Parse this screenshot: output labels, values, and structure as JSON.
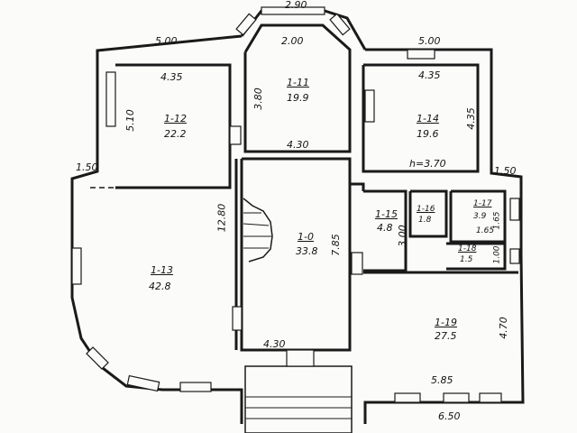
{
  "plan": {
    "rooms": [
      {
        "id": "1-11",
        "area": "19.9"
      },
      {
        "id": "1-12",
        "area": "22.2"
      },
      {
        "id": "1-13",
        "area": "42.8"
      },
      {
        "id": "1-14",
        "area": "19.6"
      },
      {
        "id": "1-15",
        "area": "4.8"
      },
      {
        "id": "1-16",
        "area": "1.8"
      },
      {
        "id": "1-17",
        "area": "3.9"
      },
      {
        "id": "1-18",
        "area": "1.5"
      },
      {
        "id": "1-19",
        "area": "27.5"
      },
      {
        "id": "1-0",
        "area": "33.8"
      }
    ],
    "dimensions": {
      "top_bay": "2.90",
      "left_top": "5.00",
      "right_top": "5.00",
      "bay_inner": "2.00",
      "r12_width": "4.35",
      "r14_width": "4.35",
      "r12_depth": "5.10",
      "r11_depth": "3.80",
      "r11_width": "4.30",
      "r14_depth": "4.35",
      "height": "h=3.70",
      "left_step": "1.50",
      "right_step": "1.50",
      "hall_length": "12.80",
      "r10_depth": "7.85",
      "r10_width": "4.30",
      "wc_depth": "3.00",
      "r17_side": "1.65",
      "r17_width": "1.65",
      "r18_side": "1.00",
      "r19_depth": "4.70",
      "r19_width": "5.85",
      "bottom_right": "6.50"
    }
  }
}
